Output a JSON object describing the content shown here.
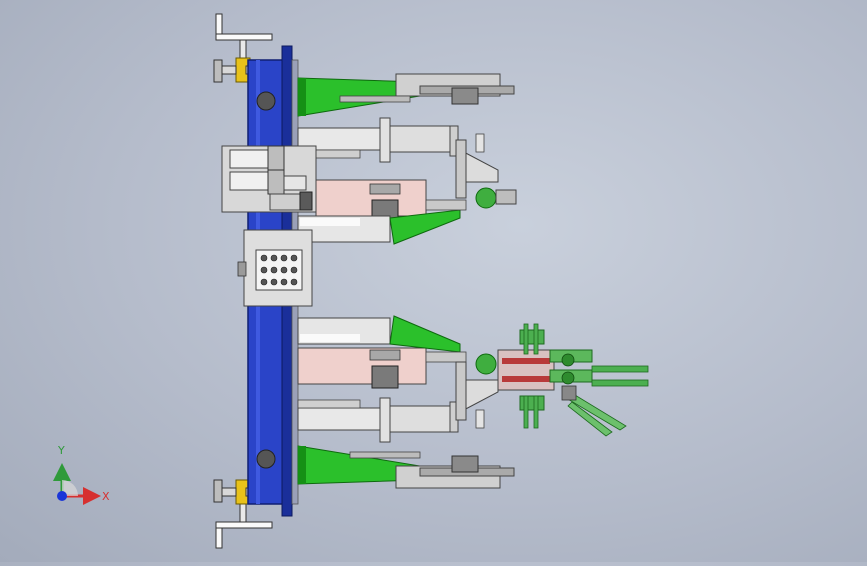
{
  "scene": {
    "kind": "cad-assembly-top-view",
    "background": "#b8bfcc"
  },
  "colors": {
    "frame_blue": "#2a44c8",
    "frame_blue_dark": "#1a2f9a",
    "green_part": "#2bc02b",
    "green_dark": "#159015",
    "grey_part": "#c8c8c8",
    "grey_dark": "#8e8e8e",
    "pink_part": "#efd0cc",
    "yellow_part": "#e8c21a",
    "gripper_green": "#4caf50"
  },
  "triad": {
    "x_label": "X",
    "y_label": "Y",
    "z_color": "#1a35d8",
    "x_color": "#d63030",
    "y_color": "#2f9a3a"
  }
}
